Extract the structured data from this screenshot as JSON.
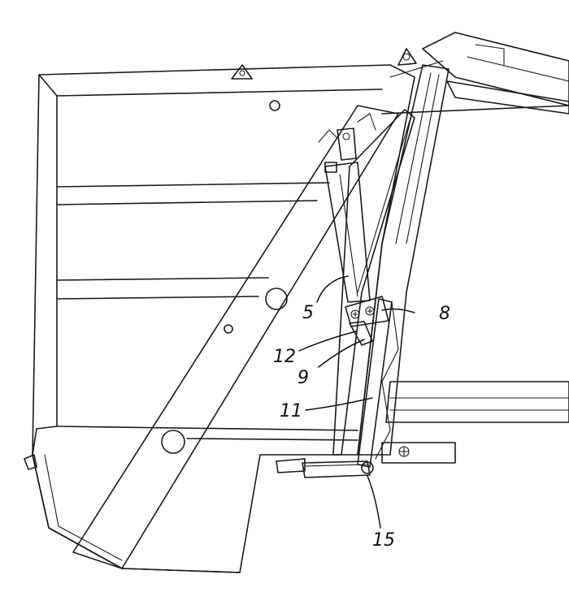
{
  "labels": {
    "part_5": "5",
    "part_8": "8",
    "part_12": "12",
    "part_9": "9",
    "part_11": "11",
    "part_15": "15"
  },
  "colors": {
    "body": "#f2eedc",
    "cylinder": "#ecebc0",
    "hydraulic": "#e9d84c",
    "seal_bar": "#1c2fd6",
    "link": "#4a84d6",
    "line": "#1a1a1a",
    "right_frame": "#ffffff"
  }
}
